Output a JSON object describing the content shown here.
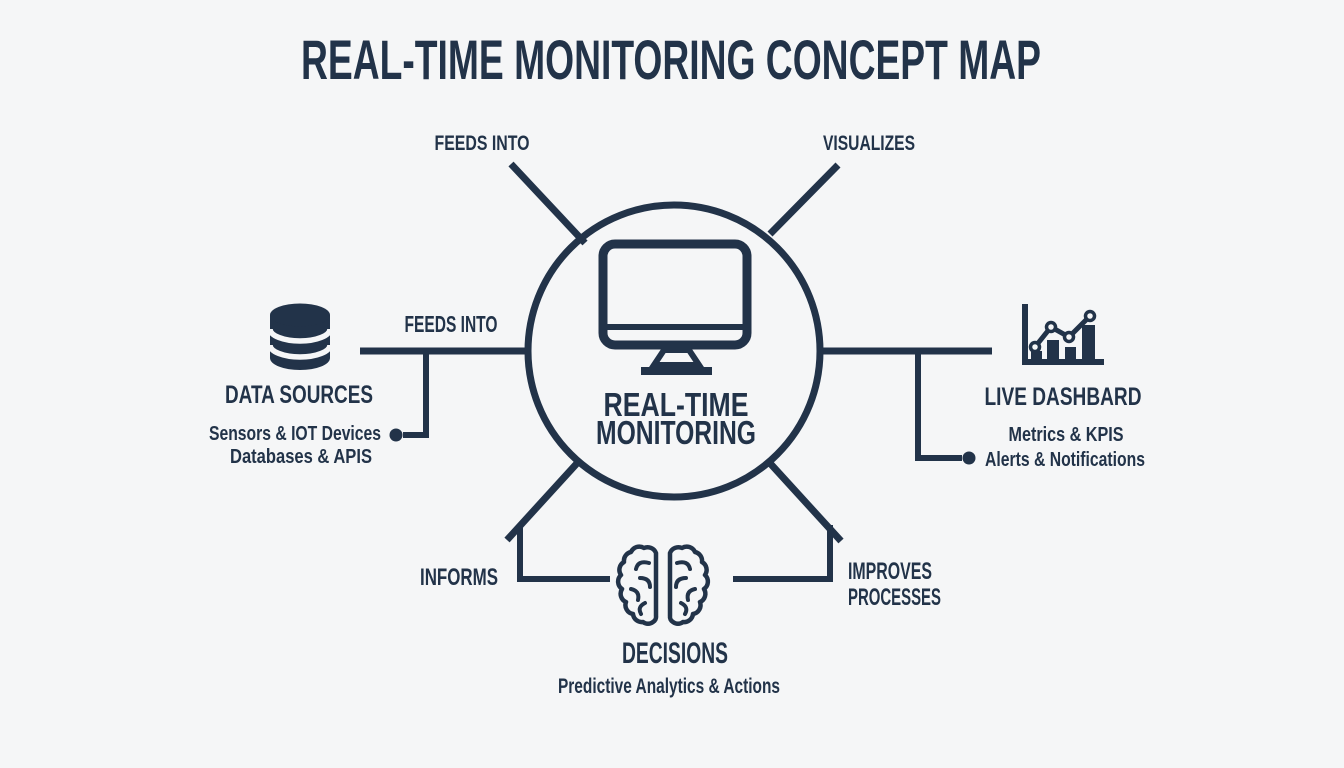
{
  "title": "REAL-TIME MONITORING CONCEPT MAP",
  "colors": {
    "ink": "#223349",
    "background": "#f5f6f7"
  },
  "center_node": {
    "line1": "REAL-TIME",
    "line2": "MONITORING",
    "icon": "monitor-icon"
  },
  "edge_labels": {
    "top_left": "FEEDS INTO",
    "top_right": "VISUALIZES",
    "left": "FEEDS INTO",
    "bottom_left": "INFORMS",
    "bottom_right_line1": "IMPROVES",
    "bottom_right_line2": "PROCESSES"
  },
  "nodes": {
    "data_sources": {
      "title": "DATA SOURCES",
      "items": [
        "Sensors & IOT Devices",
        "Databases & APIS"
      ],
      "icon": "database-icon"
    },
    "live_dashboard": {
      "title": "LIVE DASHBARD",
      "items": [
        "Metrics & KPIS",
        "Alerts & Notifications"
      ],
      "icon": "bar-chart-icon"
    },
    "decisions": {
      "title": "DECISIONS",
      "items": [
        "Predictive Analytics & Actions"
      ],
      "icon": "brain-icon"
    }
  }
}
